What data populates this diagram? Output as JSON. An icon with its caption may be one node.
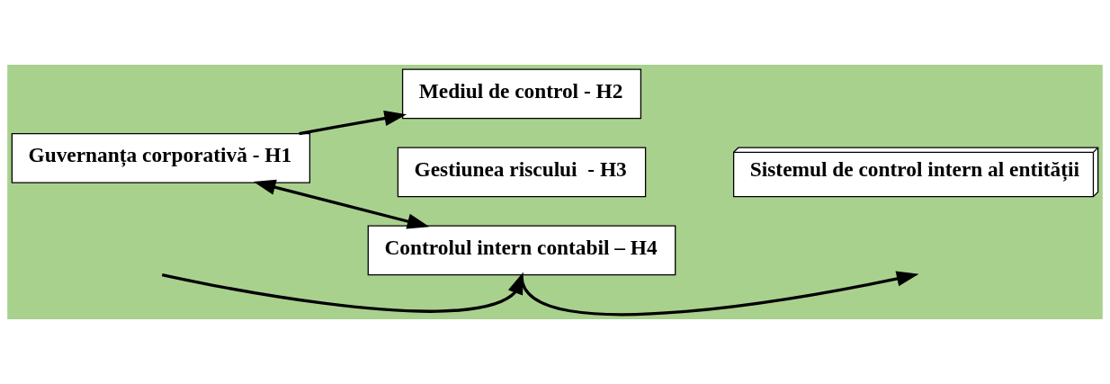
{
  "diagram": {
    "nodes": [
      {
        "text": [
          "Guvernanța corporativă - H1"
        ]
      },
      {
        "text": [
          "Mediul de control - H2"
        ]
      },
      {
        "text": [
          "Gestiunea riscului  - H3"
        ]
      },
      {
        "text": [
          "Controlul intern contabil – H4"
        ]
      },
      {
        "text": [
          "Sistemul de control intern al entității"
        ]
      }
    ],
    "edges": [
      {
        "from": 0,
        "to": 1,
        "arrow": "to"
      },
      {
        "from": 0,
        "to": 3,
        "arrow": "both"
      },
      {
        "from": 3,
        "to": null,
        "arrow": "to"
      },
      {
        "from": null,
        "to": 3,
        "arrow": "to"
      }
    ]
  }
}
